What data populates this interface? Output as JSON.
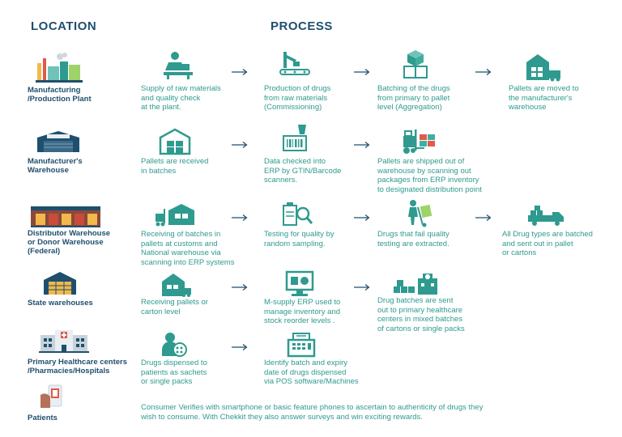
{
  "headers": {
    "location": "LOCATION",
    "process": "PROCESS"
  },
  "rows": [
    {
      "location": "Manufacturing\n/Production Plant",
      "steps": [
        "Supply of raw materials\nand quality check\nat the plant.",
        "Production of drugs\nfrom raw materials\n(Commissioning)",
        "Batching of the drugs\nfrom primary to pallet\nlevel (Aggregation)",
        "Pallets are moved to\nthe manufacturer's\nwarehouse"
      ]
    },
    {
      "location": "Manufacturer's\nWarehouse",
      "steps": [
        "Pallets are received\nin batches",
        "Data checked into\nERP by GTIN/Barcode\nscanners.",
        "Pallets are shipped out of\nwarehouse by scanning out\npackages from ERP inventory\nto designated distribution point"
      ]
    },
    {
      "location": "Distributor Warehouse\nor Donor Warehouse\n(Federal)",
      "steps": [
        "Receiving of batches in\npallets at customs and\nNational warehouse via\nscanning into ERP systems",
        "Testing for quality by\nrandom sampling.",
        "Drugs that fail quality\ntesting are extracted.",
        "All Drug types are batched\nand sent out in pallet\nor cartons"
      ]
    },
    {
      "location": "State warehouses",
      "steps": [
        "Receiving pallets or\ncarton level",
        "M-supply ERP used to\nmanage inventory and\nstock reorder levels .",
        "Drug batches are sent\nout to primary healthcare\ncenters in mixed batches\nof cartons or single packs"
      ]
    },
    {
      "location": "Primary Healthcare centers\n/Pharmacies/Hospitals",
      "steps": [
        "Drugs dispensed to\npatients as sachets\nor single packs",
        "Identify batch and expiry\ndate of drugs dispensed\nvia POS software/Machines"
      ]
    },
    {
      "location": "Patients",
      "steps": [
        "Consumer Verifies with smartphone or basic feature phones to ascertain to authenticity of drugs they\nwish to consume. With Chekkit they also answer surveys and win exciting rewards."
      ]
    }
  ],
  "icons": {
    "plant": "factory-icon",
    "warehouse": "warehouse-icon",
    "worker": "worker-boxes-icon",
    "conveyor": "production-line-icon",
    "boxes": "aggregation-boxes-icon",
    "truck": "truck-icon",
    "scanner": "barcode-scanner-icon",
    "forklift": "forklift-icon",
    "testing": "quality-test-icon",
    "trolley": "hand-trolley-icon",
    "computer": "computer-icon",
    "hospital": "hospital-icon",
    "pills": "pills-icon",
    "pos": "pos-machine-icon",
    "phone": "smartphone-icon"
  },
  "colors": {
    "heading": "#1f4f6e",
    "accent": "#2f9a8f",
    "arrow": "#1f4f6e"
  }
}
